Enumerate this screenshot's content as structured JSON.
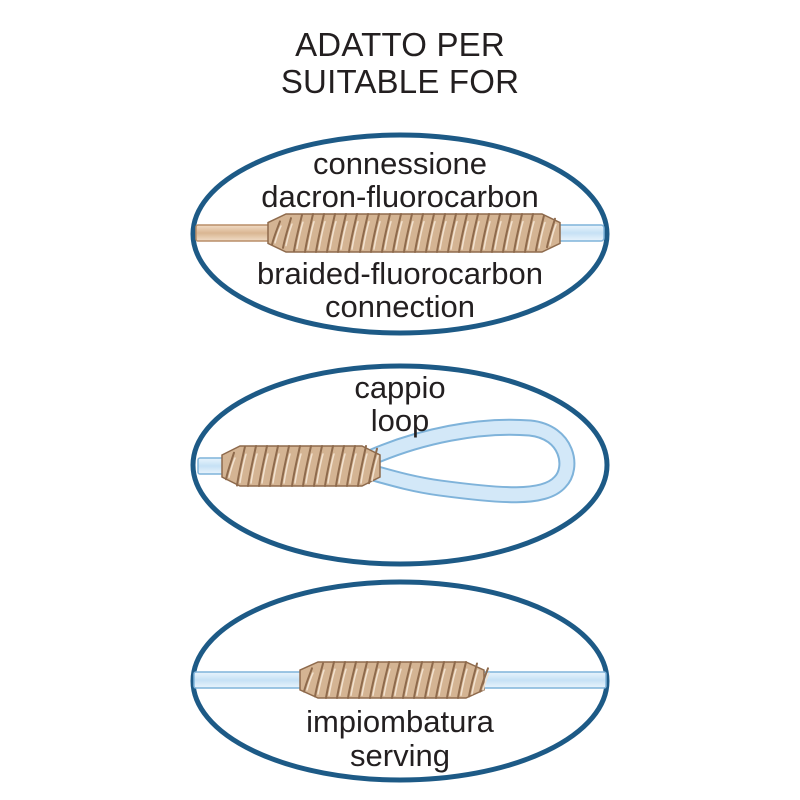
{
  "heading": {
    "line1": "ADATTO PER",
    "line2": "SUITABLE FOR"
  },
  "panels": [
    {
      "id": "braided-fluorocarbon",
      "text_above": [
        "connessione",
        "dacron-fluorocarbon"
      ],
      "text_below": [
        "braided-fluorocarbon",
        "connection"
      ]
    },
    {
      "id": "loop",
      "text_above": [
        "cappio",
        "loop"
      ],
      "text_below": []
    },
    {
      "id": "serving",
      "text_above": [],
      "text_below": [
        "impiombatura",
        "serving"
      ]
    }
  ],
  "colors": {
    "ellipse_stroke": "#1d5a86",
    "fluoro_line": "#cfe6f7",
    "fluoro_outline": "#7fb3da",
    "braid_fill": "#d4b493",
    "braid_shadow": "#8e6a4c",
    "dacron_line": "#e7c9ac",
    "text": "#231f20"
  }
}
